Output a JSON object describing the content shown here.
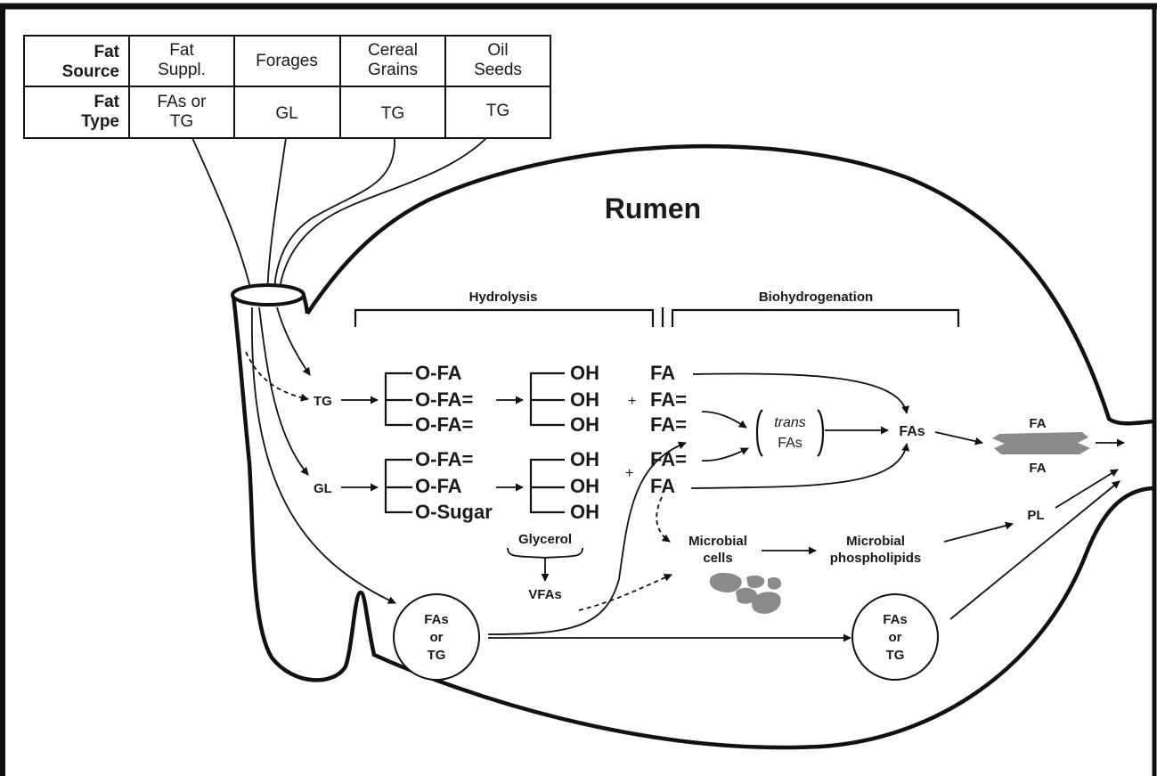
{
  "table": {
    "row1_header": [
      "Fat",
      "Source"
    ],
    "row2_header": [
      "Fat",
      "Type"
    ],
    "sources": [
      {
        "line1": "Fat",
        "line2": "Suppl."
      },
      {
        "line1": "Forages",
        "line2": ""
      },
      {
        "line1": "Cereal",
        "line2": "Grains"
      },
      {
        "line1": "Oil",
        "line2": "Seeds"
      }
    ],
    "types": [
      {
        "line1": "FAs or",
        "line2": "TG"
      },
      {
        "line1": "GL",
        "line2": ""
      },
      {
        "line1": "TG",
        "line2": ""
      },
      {
        "line1": "TG",
        "line2": ""
      }
    ]
  },
  "title": "Rumen",
  "stages": {
    "hydrolysis": "Hydrolysis",
    "biohydrogenation": "Biohydrogenation"
  },
  "tg_pathway": {
    "input": "TG",
    "chains": [
      "O-FA",
      "O-FA=",
      "O-FA="
    ],
    "glycerol_groups": [
      "OH",
      "OH",
      "OH"
    ],
    "plus": "+",
    "fatty_acids": [
      "FA",
      "FA=",
      "FA="
    ]
  },
  "gl_pathway": {
    "input": "GL",
    "chains": [
      "O-FA=",
      "O-FA",
      "O-Sugar"
    ],
    "glycerol_groups": [
      "OH",
      "OH",
      "OH"
    ],
    "plus": "+",
    "fatty_acids": [
      "FA=",
      "FA"
    ]
  },
  "trans_fas": {
    "line1": "trans",
    "line2": "FAs"
  },
  "fas_product": "FAs",
  "outflow": {
    "top": "FA",
    "bottom": "FA",
    "pl": "PL"
  },
  "glycerol": {
    "label": "Glycerol",
    "product": "VFAs"
  },
  "microbial": {
    "cells": [
      "Microbial",
      "cells"
    ],
    "phospholipids": [
      "Microbial",
      "phospholipids"
    ]
  },
  "circle_left": [
    "FAs",
    "or",
    "TG"
  ],
  "circle_right": [
    "FAs",
    "or",
    "TG"
  ],
  "colors": {
    "ink": "#111111",
    "blob": "#8a8a8a"
  }
}
